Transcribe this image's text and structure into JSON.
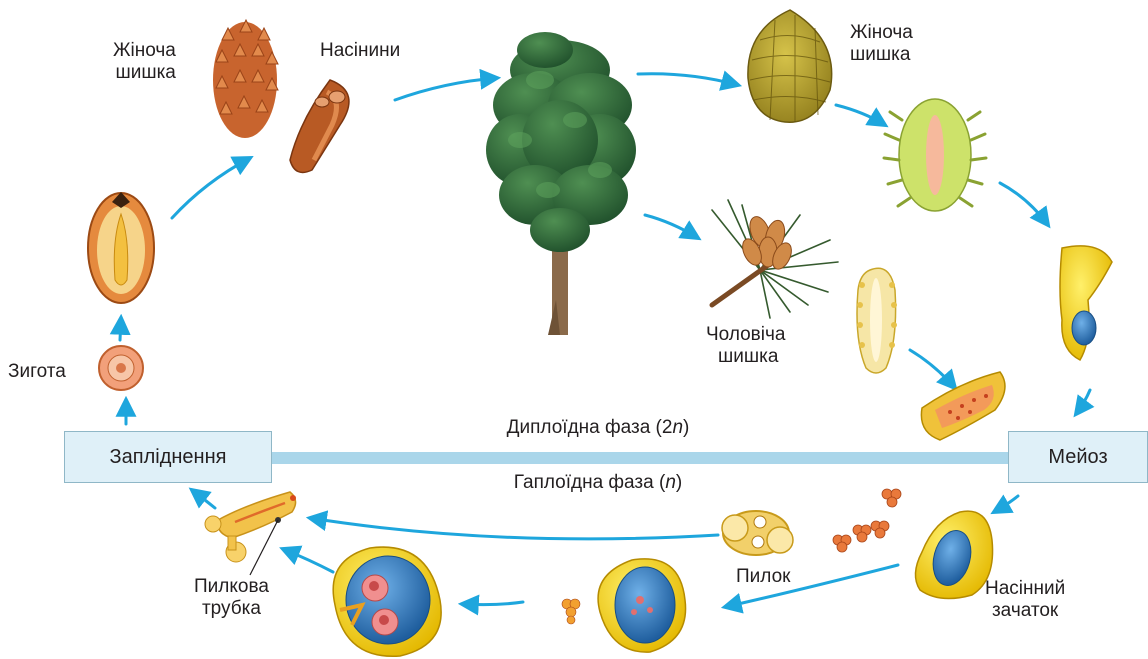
{
  "labels": {
    "female_cone_left": [
      "Жіноча",
      "шишка"
    ],
    "seeds": "Насінини",
    "female_cone_right": [
      "Жіноча",
      "шишка"
    ],
    "male_cone": [
      "Чоловіча",
      "шишка"
    ],
    "zygote": "Зигота",
    "pollen_tube": [
      "Пилкова",
      "трубка"
    ],
    "pollen": "Пилок",
    "ovule": [
      "Насінний",
      "зачаток"
    ]
  },
  "boxes": {
    "fertilization": "Запліднення",
    "meiosis": "Мейоз"
  },
  "phases": {
    "diploid_text": "Диплоїдна фаза (2",
    "diploid_sym": "n",
    "diploid_end": ")",
    "haploid_text": "Гаплоїдна фаза (",
    "haploid_sym": "n",
    "haploid_end": ")"
  },
  "colors": {
    "arrow": "#1ea6dd",
    "phase_bar": "#aad6ea",
    "box_fill": "#dff0f8",
    "tree_foliage": "#2f6b3a",
    "trunk": "#8a6a4a",
    "cone_brown": "#c8642e",
    "ovule_yellow": "#f3d21a",
    "nucleus_blue": "#2a6fb3"
  }
}
